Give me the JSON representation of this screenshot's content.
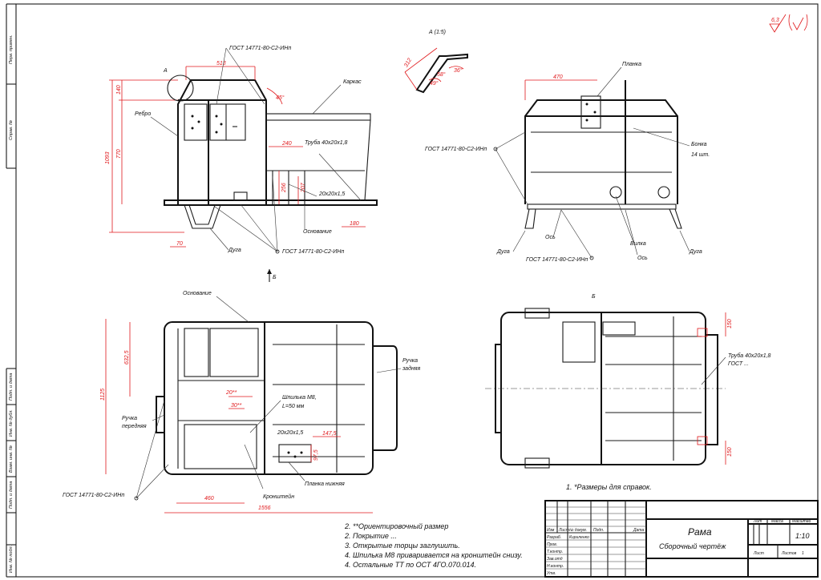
{
  "side_stamps": [
    "Перв. примен.",
    "Справ. №",
    "Подп. и дата",
    "Инв. № дубл.",
    "Взам. инв. №",
    "Подп. и дата",
    "Инв. № подл."
  ],
  "roughness": "6,3",
  "view_a_title": "А (1:5)",
  "view_a_dims": {
    "d312": "312",
    "d49": "49°",
    "d58": "58°",
    "d36": "36°"
  },
  "side_view": {
    "label_a": "А",
    "dim_513": "513",
    "dim_140": "140",
    "dim_1093": "1093",
    "dim_770": "770",
    "dim_45": "45°",
    "dim_240": "240",
    "dim_256": "256",
    "dim_207": "207",
    "dim_180": "180",
    "dim_70": "70",
    "gost_top": "ГОСТ 14771-80-С2-ИНп",
    "gost_bottom": "ГОСТ 14771-80-С2-ИНп",
    "karkas": "Каркас",
    "rebro": "Ребро",
    "truba": "Труба 40х20х1,8",
    "sq20": "20х20х1,5",
    "osnovanie": "Основание",
    "duga": "Дуга",
    "arrow_b": "Б"
  },
  "end_view": {
    "dim_470": "470",
    "planka": "Планка",
    "gost_left": "ГОСТ 14771-80-С2-ИНп",
    "gost_bottom": "ГОСТ 14771-80-С2-ИНп",
    "bonka": "Бонка",
    "bonka_qty": "14 шт.",
    "os1": "Ось",
    "os2": "Ось",
    "vilka": "Вилка",
    "duga_l": "Дуга",
    "duga_r": "Дуга"
  },
  "top_view": {
    "osnovanie": "Основание",
    "ruchka_z1": "Ручка",
    "ruchka_z2": "задняя",
    "ruchka_p1": "Ручка",
    "ruchka_p2": "передняя",
    "dim_632": "632,5",
    "dim_1125": "1125",
    "dim_20": "20**",
    "dim_30": "30**",
    "shpilka1": "Шпилька М8,",
    "shpilka2": "L=50 мм",
    "sq20": "20х20х1,5",
    "dim_147": "147,5",
    "dim_97": "97,5",
    "planka_nizh": "Планка нижняя",
    "kronshtein": "Кронштейн",
    "dim_460": "460",
    "dim_1556": "1556",
    "gost": "ГОСТ 14771-80-С2-ИНп"
  },
  "bottom_view": {
    "title": "Б",
    "dim_150a": "150",
    "dim_150b": "150",
    "truba": "Труба 40х20х1,8",
    "gost": "ГОСТ ..."
  },
  "notes": {
    "n1": "1. *Размеры для справок.",
    "n2": "2. **Ориентировочный размер",
    "n2b": "2. Покрытие ...",
    "n3": "3. Открытые торцы заглушить.",
    "n4": "4. Шпилька М8 приваривается на кронштейн снизу.",
    "n5": "4. Остальные ТТ по ОСТ 4ГО.070.014."
  },
  "title_block": {
    "name": "Рама",
    "doc_type": "Сборочный чертёж",
    "lit": "Лит",
    "massa": "Масса",
    "masshtab": "Масштаб",
    "scale": "1:10",
    "list": "Лист",
    "listov": "Листов",
    "listov_val": "1",
    "izm": "Изм",
    "list_col": "Лист",
    "n_doc": "№ докум.",
    "podp": "Подп.",
    "data": "Дата",
    "razrab": "Разраб.",
    "razrab_name": "Кириленко",
    "prov": "Пров.",
    "tkontr": "Т.контр.",
    "zav": "Зав.отд",
    "nkontr": "Н.контр.",
    "utv": "Утв."
  }
}
